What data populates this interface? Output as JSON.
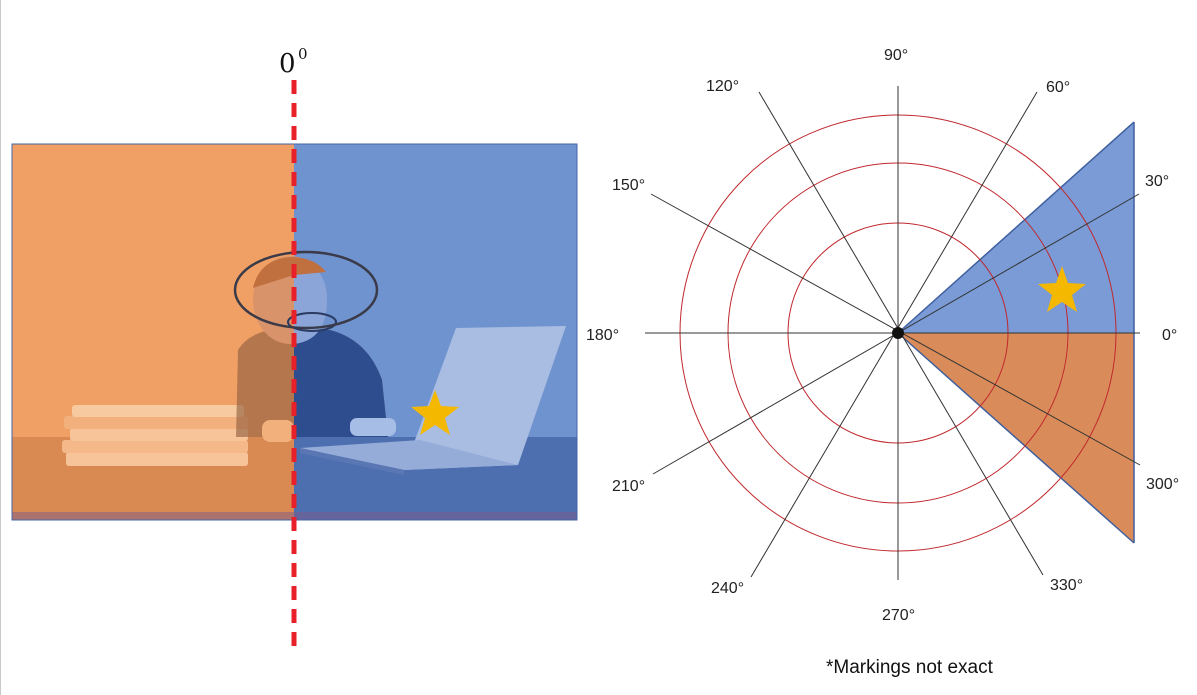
{
  "photo_panel": {
    "zero_label": "0",
    "zero_superscript": "0",
    "left_tint": "#f0a065",
    "right_tint": "#6f93cf"
  },
  "polar_diagram": {
    "angle_labels": [
      "0°",
      "30°",
      "60°",
      "90°",
      "120°",
      "150°",
      "180°",
      "210°",
      "240°",
      "270°",
      "300°",
      "330°"
    ],
    "blue_sector_color": "#7a9bd6",
    "orange_sector_color": "#d98c5a",
    "ring_color": "#c0282d"
  },
  "footnote": "*Markings not exact",
  "star_color": "#f5b800"
}
